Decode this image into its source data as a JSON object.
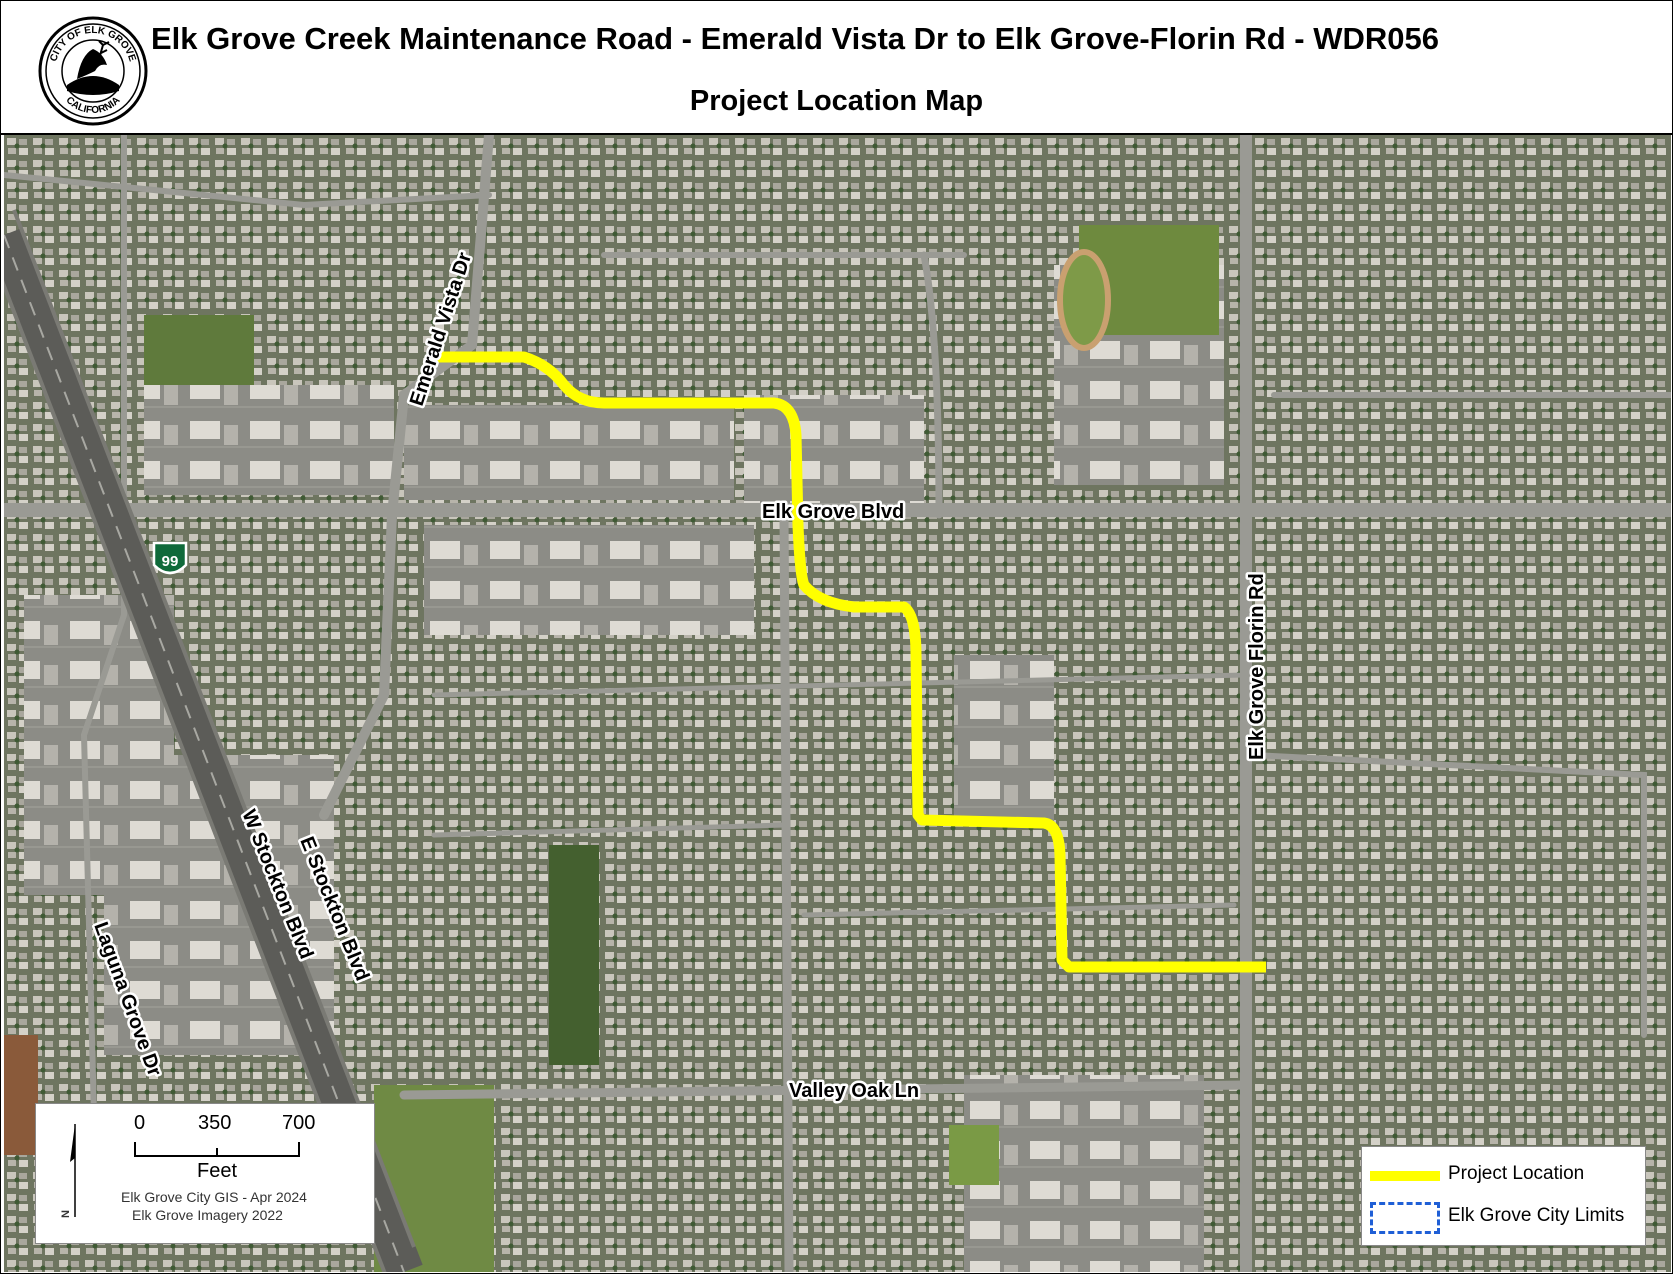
{
  "header": {
    "title": "Elk Grove Creek Maintenance Road - Emerald Vista Dr to Elk Grove-Florin Rd - WDR056",
    "subtitle": "Project Location Map",
    "seal": {
      "top_text": "CITY OF ELK GROVE",
      "bottom_text": "CALIFORNIA"
    }
  },
  "map": {
    "road_labels": {
      "emerald_vista": "Emerald Vista Dr",
      "elk_grove_blvd": "Elk Grove Blvd",
      "elk_grove_florin": "Elk Grove Florin Rd",
      "w_stockton": "W Stockton Blvd",
      "e_stockton": "E Stockton Blvd",
      "laguna_grove": "Laguna Grove Dr",
      "valley_oak": "Valley Oak Ln"
    },
    "highway_shield": "99",
    "colors": {
      "project_location": "#ffff00",
      "city_limits": "#1f5fd6"
    }
  },
  "scale_bar": {
    "ticks": [
      "0",
      "350",
      "700"
    ],
    "unit": "Feet",
    "source_line_1": "Elk Grove City GIS - Apr 2024",
    "source_line_2": "Elk Grove Imagery 2022",
    "north_label": "N"
  },
  "legend": {
    "items": [
      {
        "label": "Project Location"
      },
      {
        "label": "Elk Grove City Limits"
      }
    ]
  }
}
